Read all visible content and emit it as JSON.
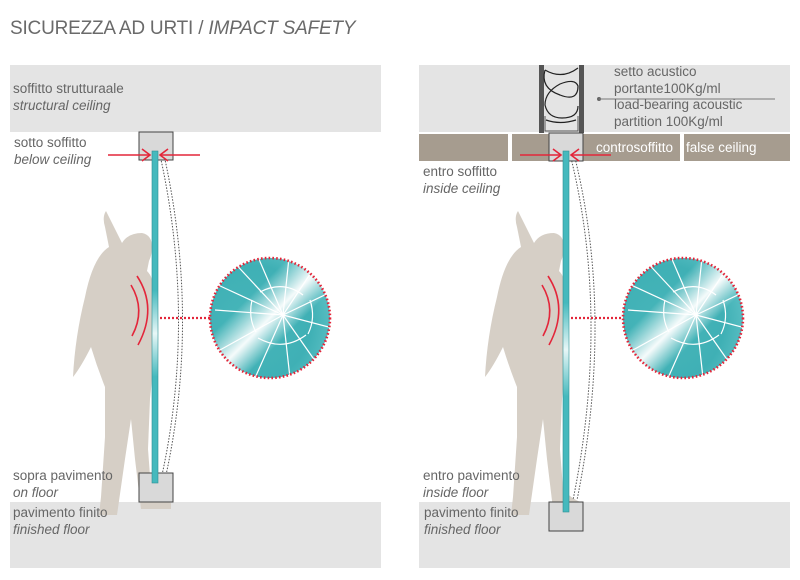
{
  "title": {
    "main": "SICUREZZA AD URTI / ",
    "italic": "IMPACT SAFETY"
  },
  "left_panel": {
    "ceiling": {
      "it": "soffitto strutturaale",
      "en": "structural ceiling"
    },
    "top_mount": {
      "it": "sotto soffitto",
      "en": "below ceiling"
    },
    "bottom_mount": {
      "it": "sopra pavimento",
      "en": "on floor"
    },
    "floor": {
      "it": "pavimento finito",
      "en": "finished floor"
    }
  },
  "right_panel": {
    "partition": {
      "it_line1": "setto acustico",
      "it_line2": "portante100Kg/ml",
      "en_line1": "load-bearing acoustic",
      "en_line2": "partition 100Kg/ml"
    },
    "false_ceiling": {
      "it": "controsoffitto",
      "en": "false ceiling"
    },
    "top_mount": {
      "it": "entro soffitto",
      "en": "inside ceiling"
    },
    "bottom_mount": {
      "it": "entro pavimento",
      "en": "inside floor"
    },
    "floor": {
      "it": "pavimento finito",
      "en": "finished floor"
    }
  },
  "colors": {
    "slab": "#e4e4e4",
    "false_ceiling": "#a69c8f",
    "glass": "#45b9bd",
    "impact": "#e3263a",
    "person": "#d6cfc6",
    "text": "#666666"
  }
}
